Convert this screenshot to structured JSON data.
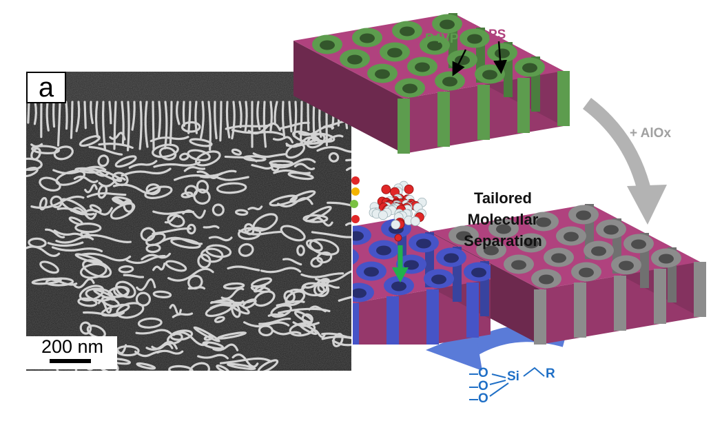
{
  "panel": {
    "letter": "a"
  },
  "scale_bar": {
    "label": "200 nm"
  },
  "labels": {
    "p4vp": "P4VP",
    "ps": "PS",
    "aliox": "+ AlOx",
    "tailored": [
      "Tailored",
      "Molecular",
      "Separation"
    ]
  },
  "silane": {
    "o1": "O",
    "o2": "O",
    "o3": "O",
    "si": "Si",
    "r": "R"
  },
  "colors": {
    "p4vp": "#5d9c4e",
    "ps": "#b0427e",
    "alox": "#8c8c8c",
    "functionalized": "#4654c7",
    "arrow_gray": "#b3b3b3",
    "arrow_blue": "#5a7bd8",
    "silane_blue": "#1f6fc6",
    "insertion_arrow": "#21b14c"
  }
}
